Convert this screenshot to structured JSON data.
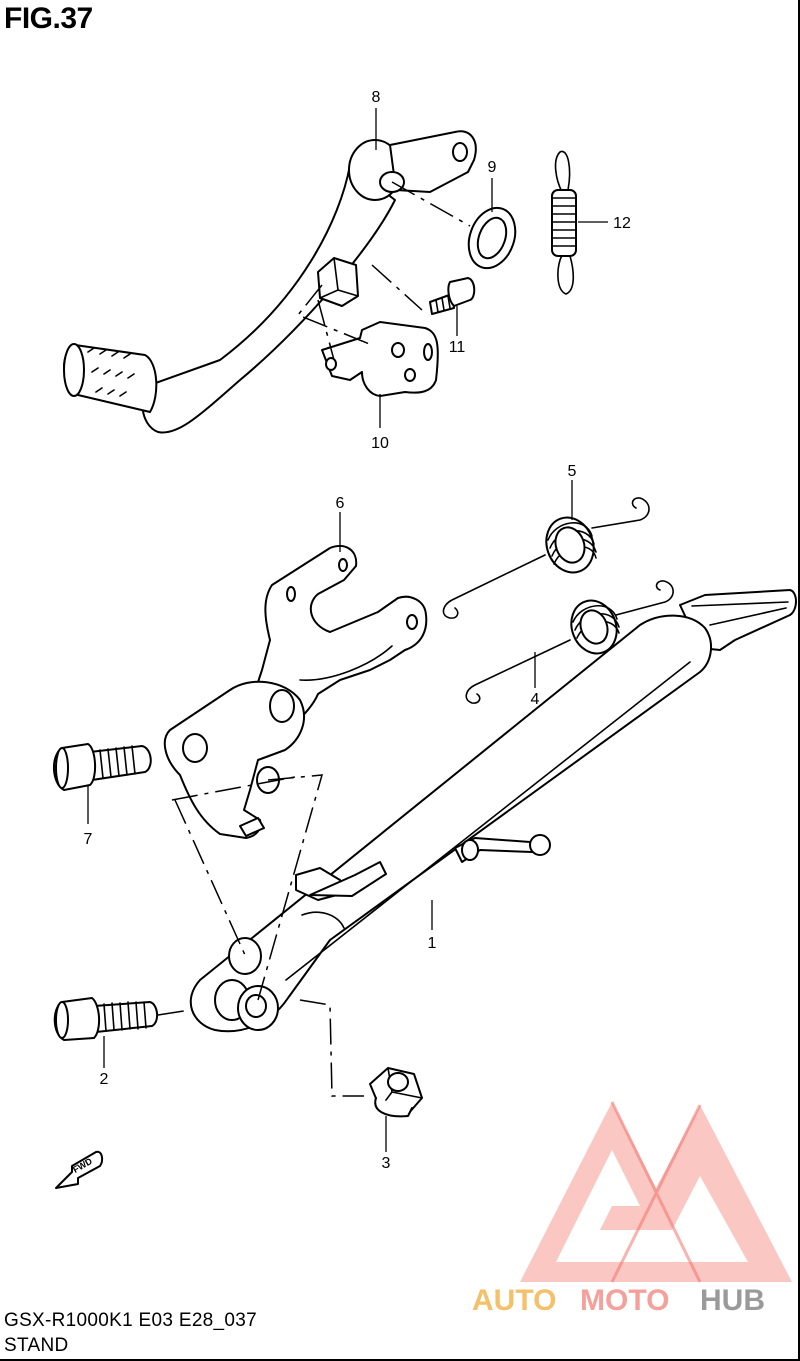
{
  "figure": {
    "title": "FIG.37"
  },
  "callouts": [
    "1",
    "2",
    "3",
    "4",
    "5",
    "6",
    "7",
    "8",
    "9",
    "10",
    "11",
    "12"
  ],
  "fwd_label": "FWD",
  "footer": {
    "model": "GSX-R1000K1 E03 E28_037",
    "name": "STAND"
  },
  "watermark": {
    "auto": "AUTO",
    "moto": "MOTO",
    "hub": "HUB",
    "colors": {
      "auto": "#f5c06a",
      "moto": "#f5a09a",
      "hub": "#9a9a9a",
      "logo": "#f25c54"
    }
  }
}
